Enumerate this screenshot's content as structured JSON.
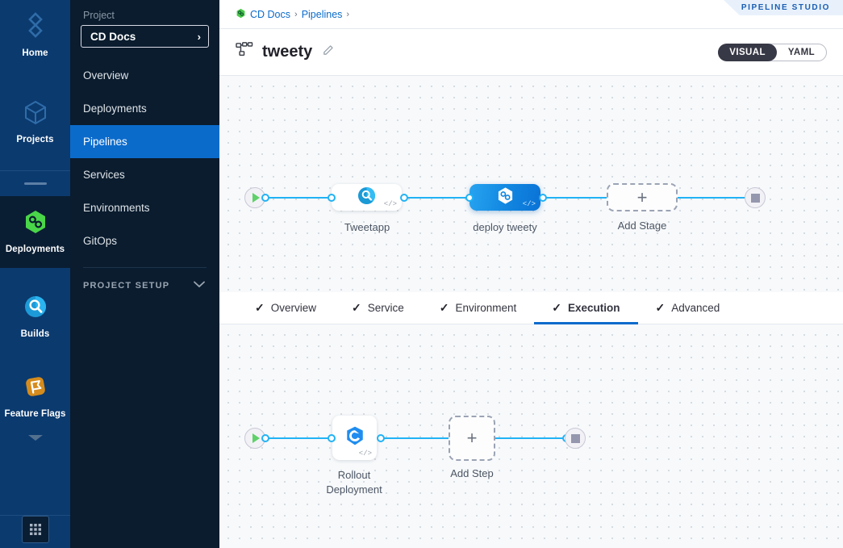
{
  "rail": {
    "items": [
      {
        "label": "Home",
        "icon": "home-diamond-icon",
        "active": false
      },
      {
        "label": "Projects",
        "icon": "cube-icon",
        "active": false
      },
      {
        "label": "Deployments",
        "icon": "deployments-hexagon-icon",
        "active": true
      },
      {
        "label": "Builds",
        "icon": "builds-circle-icon",
        "active": false
      },
      {
        "label": "Feature Flags",
        "icon": "feature-flag-icon",
        "active": false
      }
    ],
    "more_icon": "chevron-down-icon",
    "apps_icon": "grid-apps-icon"
  },
  "sidebar": {
    "section_label": "Project",
    "project_name": "CD Docs",
    "project_chevron": "chevron-right-icon",
    "items": [
      {
        "label": "Overview",
        "active": false
      },
      {
        "label": "Deployments",
        "active": false
      },
      {
        "label": "Pipelines",
        "active": true
      },
      {
        "label": "Services",
        "active": false
      },
      {
        "label": "Environments",
        "active": false
      },
      {
        "label": "GitOps",
        "active": false
      }
    ],
    "setup_label": "PROJECT SETUP",
    "setup_chevron": "chevron-down-icon"
  },
  "topbar": {
    "breadcrumb": [
      {
        "label": "CD Docs",
        "link": true
      },
      {
        "label": "Pipelines",
        "link": true
      }
    ],
    "separator": "›",
    "badge": "PIPELINE STUDIO",
    "project_icon": "harness-green-icon"
  },
  "titlebar": {
    "pipeline_icon": "pipeline-tree-icon",
    "title": "tweety",
    "edit_icon": "pencil-icon",
    "toggle": {
      "visual": "VISUAL",
      "yaml": "YAML",
      "selected": "VISUAL"
    }
  },
  "stage_canvas": {
    "start_icon": "play-icon",
    "end_icon": "stop-icon",
    "nodes": [
      {
        "name": "Tweetapp",
        "type": "build",
        "icon": "build-circle-icon",
        "selected": false
      },
      {
        "name": "deploy tweety",
        "type": "deploy",
        "icon": "harness-hexagon-icon",
        "selected": true
      }
    ],
    "add_stage_label": "Add Stage",
    "add_icon": "plus-icon"
  },
  "tabs": [
    {
      "label": "Overview",
      "checked": true,
      "active": false
    },
    {
      "label": "Service",
      "checked": true,
      "active": false
    },
    {
      "label": "Environment",
      "checked": true,
      "active": false
    },
    {
      "label": "Execution",
      "checked": true,
      "active": true
    },
    {
      "label": "Advanced",
      "checked": true,
      "active": false
    }
  ],
  "exec_canvas": {
    "start_icon": "play-icon",
    "end_icon": "stop-icon",
    "steps": [
      {
        "name": "Rollout Deployment",
        "icon": "kubernetes-rollout-icon"
      }
    ],
    "add_step_label": "Add Step",
    "add_icon": "plus-icon"
  },
  "colors": {
    "nav_active": "#0b6bcb",
    "rail_bg": "#0b3a6f",
    "sidebar_bg": "#0a1c2e",
    "edge": "#21b2f5",
    "selected_node": "#1186e0",
    "canvas_bg": "#f7f9fb"
  }
}
